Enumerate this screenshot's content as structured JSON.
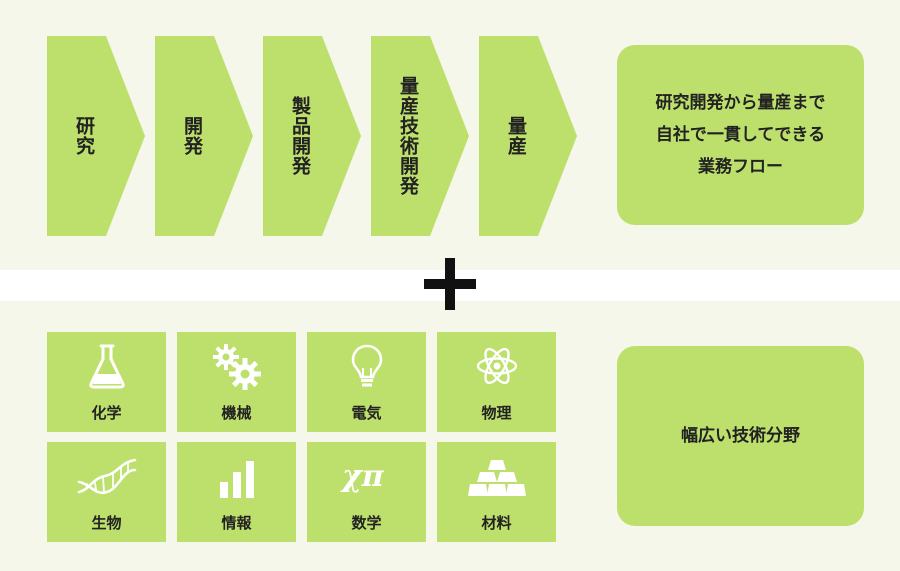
{
  "process": {
    "steps": [
      "研究",
      "開発",
      "製品開発",
      "量産技術開発",
      "量産"
    ],
    "summary_lines": [
      "研究開発から量産まで",
      "自社で一貫してできる",
      "業務フロー"
    ]
  },
  "plus_symbol": "+",
  "fields": {
    "items": [
      {
        "label": "化学",
        "icon": "flask-icon"
      },
      {
        "label": "機械",
        "icon": "gears-icon"
      },
      {
        "label": "電気",
        "icon": "lightbulb-icon"
      },
      {
        "label": "物理",
        "icon": "atom-icon"
      },
      {
        "label": "生物",
        "icon": "dna-icon"
      },
      {
        "label": "情報",
        "icon": "bar-chart-icon"
      },
      {
        "label": "数学",
        "icon": "chi-pi-icon"
      },
      {
        "label": "材料",
        "icon": "ingots-icon"
      }
    ],
    "summary": "幅広い技術分野"
  },
  "colors": {
    "tile": "#bde06c",
    "background": "#f4f7ea",
    "text": "#222222",
    "icon": "#ffffff"
  }
}
